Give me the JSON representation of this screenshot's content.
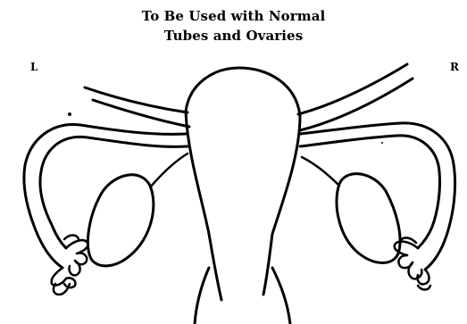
{
  "title": {
    "line1": "To Be Used with Normal",
    "line2": "Tubes and Ovaries"
  },
  "side_labels": {
    "left": "L",
    "right": "R"
  },
  "colors": {
    "ink": "#000000",
    "paper": "#ffffff"
  }
}
